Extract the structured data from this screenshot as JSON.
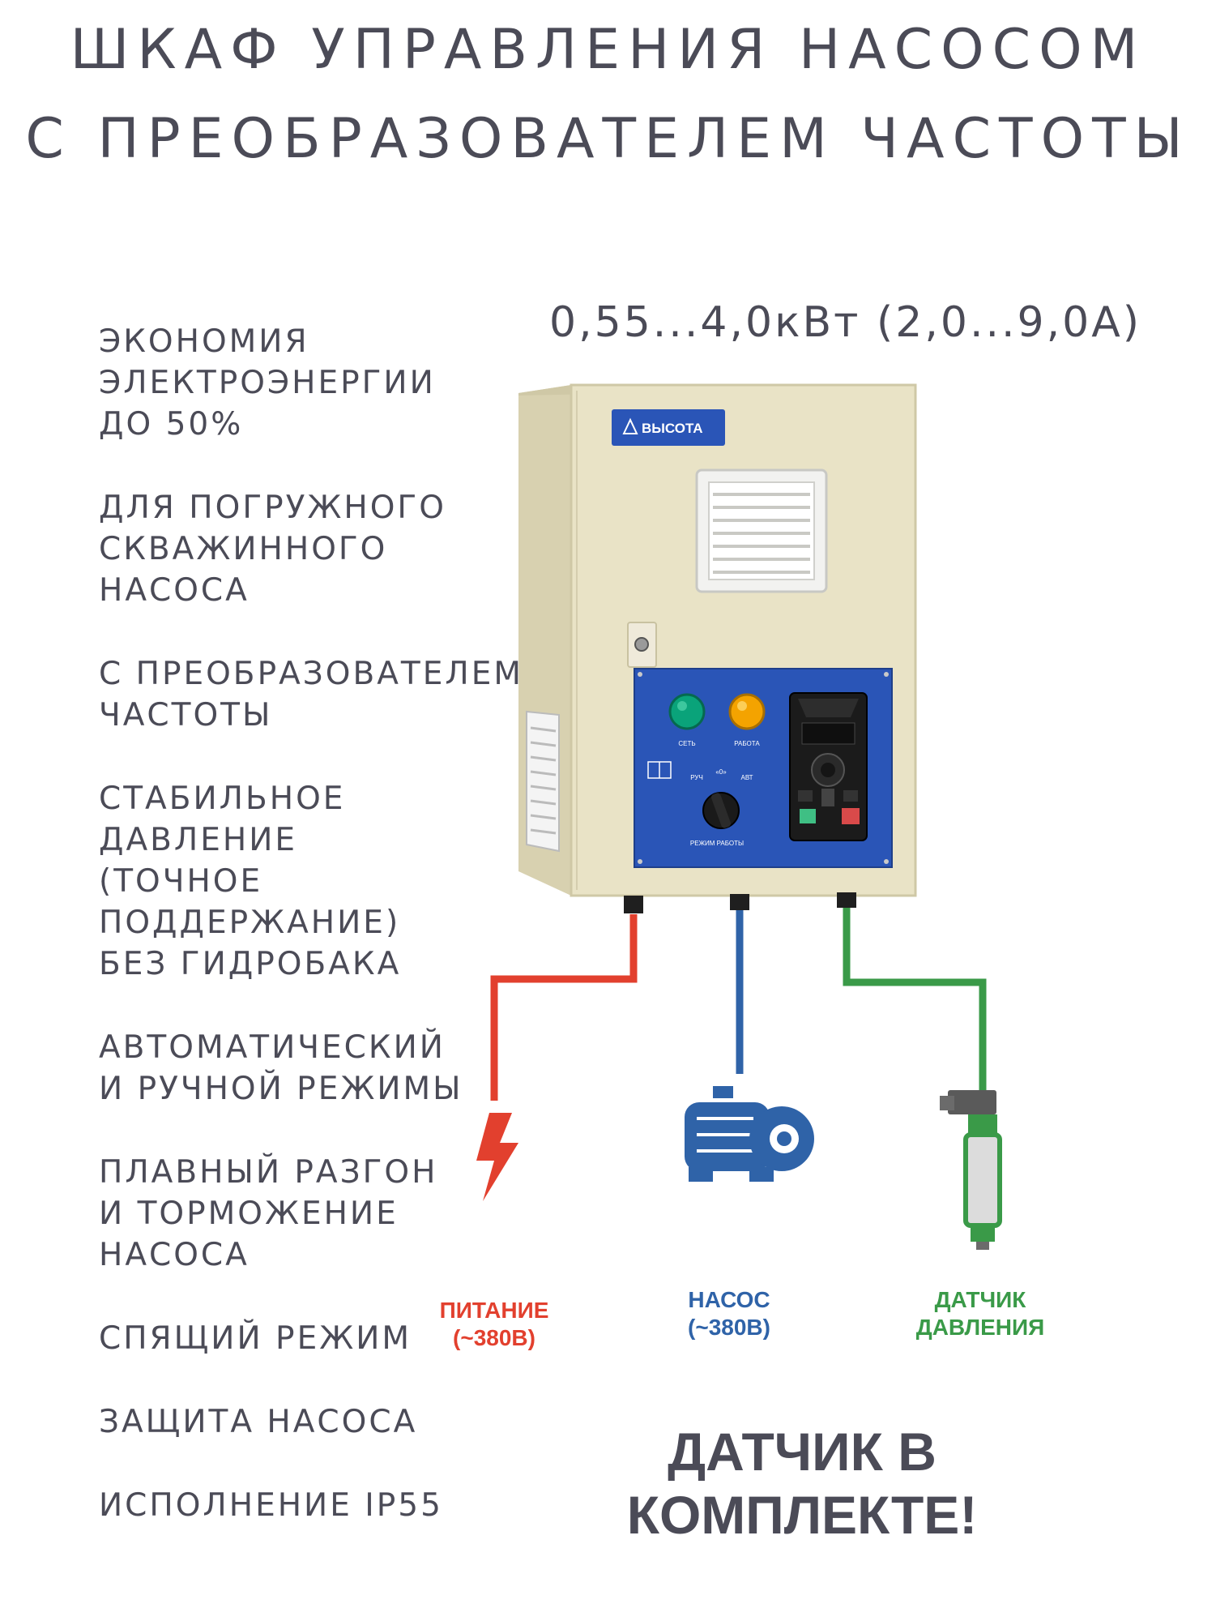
{
  "title": {
    "line1": "ШКАФ УПРАВЛЕНИЯ НАСОСОМ",
    "line2": "С ПРЕОБРАЗОВАТЕЛЕМ ЧАСТОТЫ"
  },
  "power_range": "0,55...4,0кВт (2,0...9,0А)",
  "features": [
    [
      "ЭКОНОМИЯ",
      "ЭЛЕКТРОЭНЕРГИИ",
      "ДО 50%"
    ],
    [
      "ДЛЯ ПОГРУЖНОГО",
      "СКВАЖИННОГО",
      "НАСОСА"
    ],
    [
      "С ПРЕОБРАЗОВАТЕЛЕМ",
      "ЧАСТОТЫ"
    ],
    [
      "СТАБИЛЬНОЕ",
      "ДАВЛЕНИЕ",
      "(ТОЧНОЕ",
      "ПОДДЕРЖАНИЕ)",
      "БЕЗ ГИДРОБАКА"
    ],
    [
      "АВТОМАТИЧЕСКИЙ",
      "И РУЧНОЙ РЕЖИМЫ"
    ],
    [
      "ПЛАВНЫЙ РАЗГОН",
      "И ТОРМОЖЕНИЕ",
      "НАСОСА"
    ],
    [
      "СПЯЩИЙ РЕЖИМ"
    ],
    [
      "ЗАЩИТА НАСОСА"
    ],
    [
      "ИСПОЛНЕНИЕ IP55"
    ]
  ],
  "cabinet": {
    "brand": "ВЫСОТА",
    "lamp_network": "СЕТЬ",
    "lamp_work": "РАБОТА",
    "switch_manual": "РУЧ",
    "switch_zero": "«0»",
    "switch_auto": "АВТ",
    "switch_label": "РЕЖИМ РАБОТЫ"
  },
  "connections": {
    "power": {
      "line1": "ПИТАНИЕ",
      "line2": "(~380В)",
      "color": "#e2402e"
    },
    "pump": {
      "line1": "НАСОС",
      "line2": "(~380В)",
      "color": "#2f63a8"
    },
    "sensor": {
      "line1": "ДАТЧИК",
      "line2": "ДАВЛЕНИЯ",
      "color": "#3a9a48"
    }
  },
  "promo": {
    "line1": "ДАТЧИК В",
    "line2": "КОМПЛЕКТЕ!"
  },
  "colors": {
    "cabinet_body": "#e9e3c6",
    "panel_blue": "#2a55b7",
    "lamp_green": "#0aa37a",
    "lamp_yellow": "#f4a300"
  }
}
